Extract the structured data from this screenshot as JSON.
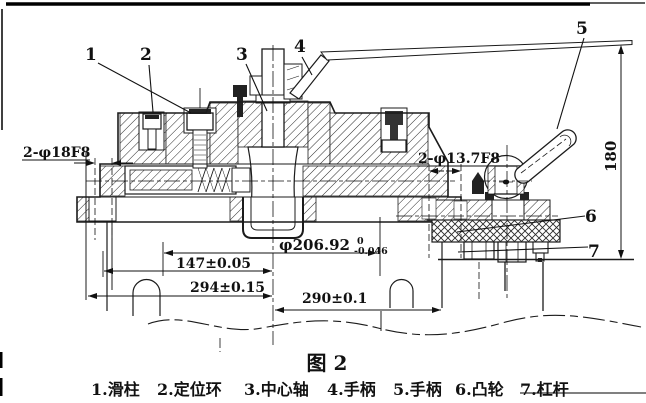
{
  "drawing": {
    "caption": "图 2",
    "callouts": {
      "c1": "1",
      "c2": "2",
      "c3": "3",
      "c4": "4",
      "c5": "5",
      "c6": "6",
      "c7": "7"
    },
    "dimensions": {
      "left_holes": "2-φ18F8",
      "right_holes": "2-φ13.7F8",
      "bore_diameter": "φ206.92",
      "bore_tol_upper": "0",
      "bore_tol_lower": "-0.046",
      "width_inner": "147±0.05",
      "width_outer": "294±0.15",
      "width_right": "290±0.1",
      "height_total": "180"
    },
    "legend": [
      {
        "text": "1.滑柱"
      },
      {
        "text": "2.定位环"
      },
      {
        "text": "3.中心轴"
      },
      {
        "text": "4.手柄"
      },
      {
        "text": "5.手柄"
      },
      {
        "text": "6.凸轮"
      },
      {
        "text": "7.杠杆"
      }
    ]
  }
}
